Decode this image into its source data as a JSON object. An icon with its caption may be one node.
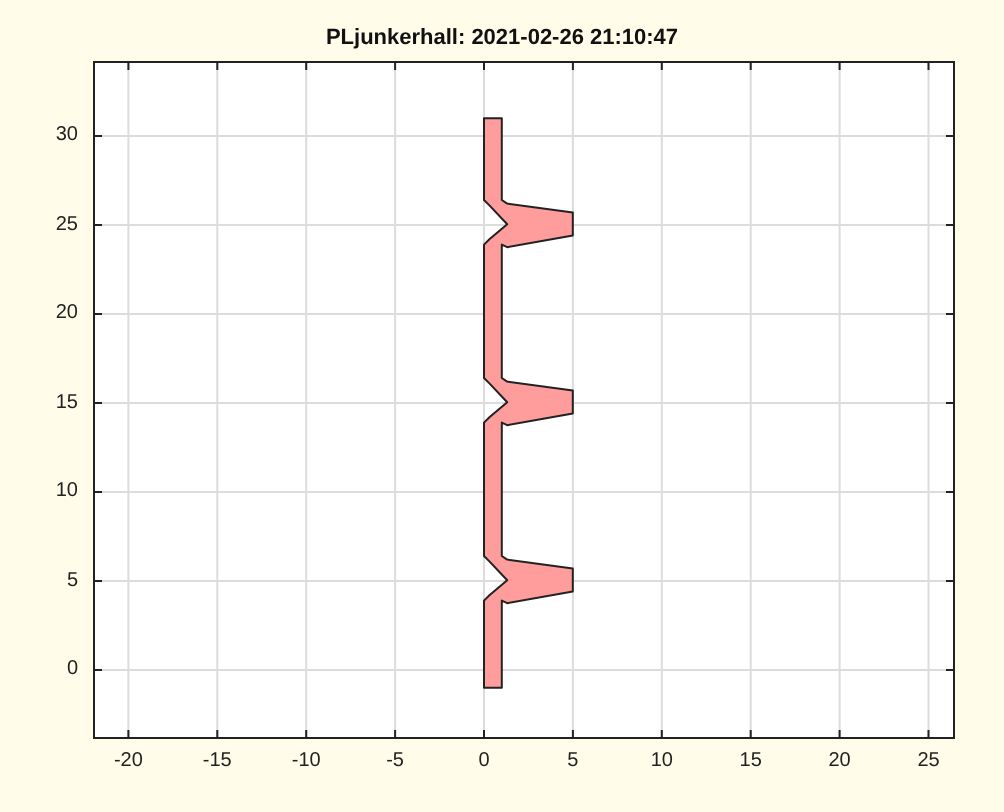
{
  "diagram": {
    "title": "PLjunkerhall: 2021-02-26 21:10:47",
    "labels": [
      "30",
      "25",
      "20",
      "15",
      "10",
      "5",
      "0",
      "-20",
      "-15",
      "-10",
      "-5",
      "0",
      "5",
      "10",
      "15",
      "20",
      "25"
    ]
  }
}
